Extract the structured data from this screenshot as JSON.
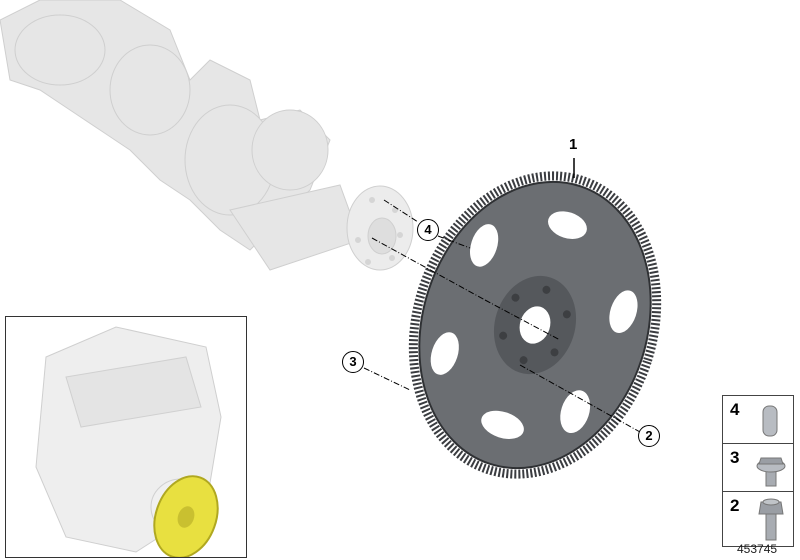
{
  "callouts": {
    "part1": "1",
    "part2": "2",
    "part3": "3",
    "part4": "4"
  },
  "legend": {
    "items": [
      {
        "number": "4",
        "icon": "dowel-pin-icon"
      },
      {
        "number": "3",
        "icon": "flange-bolt-icon"
      },
      {
        "number": "2",
        "icon": "hex-bolt-icon"
      }
    ]
  },
  "image_number": "453745",
  "colors": {
    "flywheel": "#6b6e72",
    "highlight": "#e8e040",
    "ghost": "#e4e4e4"
  }
}
